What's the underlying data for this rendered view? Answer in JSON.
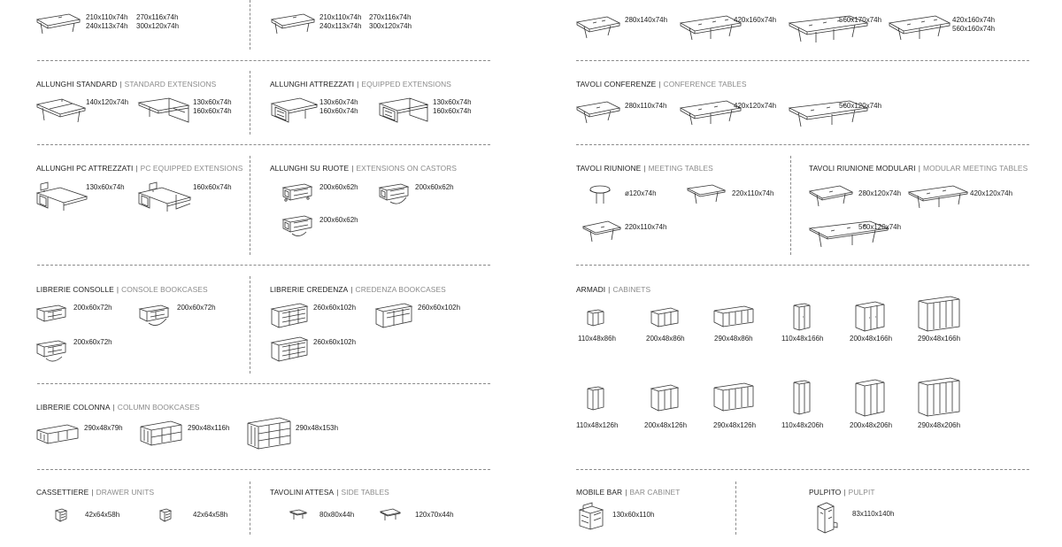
{
  "top": {
    "a1": "210x110x74h",
    "a2": "240x113x74h",
    "a3": "270x116x74h",
    "a4": "300x120x74h",
    "b1": "210x110x74h",
    "b2": "240x113x74h",
    "b3": "270x116x74h",
    "b4": "300x120x74h",
    "r1": "280x140x74h",
    "r2": "420x160x74h",
    "r3": "560x170x74h",
    "r4": "420x160x74h",
    "r5": "560x160x74h"
  },
  "allunghi_standard": {
    "it": "ALLUNGHI STANDARD",
    "en": "STANDARD EXTENSIONS",
    "d1": "140x120x74h",
    "d2": "130x60x74h",
    "d3": "160x60x74h"
  },
  "allunghi_attrezzati": {
    "it": "ALLUNGHI ATTREZZATI",
    "en": "EQUIPPED EXTENSIONS",
    "d1": "130x60x74h",
    "d2": "160x60x74h",
    "d3": "130x60x74h",
    "d4": "160x60x74h"
  },
  "tavoli_conferenze": {
    "it": "TAVOLI CONFERENZE",
    "en": "CONFERENCE TABLES",
    "d1": "280x110x74h",
    "d2": "420x120x74h",
    "d3": "560x120x74h"
  },
  "allunghi_pc": {
    "it": "ALLUNGHI PC ATTREZZATI",
    "en": "PC EQUIPPED EXTENSIONS",
    "d1": "130x60x74h",
    "d2": "160x60x74h"
  },
  "allunghi_ruote": {
    "it": "ALLUNGHI SU RUOTE",
    "en": "EXTENSIONS ON CASTORS",
    "d1": "200x60x62h",
    "d2": "200x60x62h",
    "d3": "200x60x62h"
  },
  "tavoli_riunione": {
    "it": "TAVOLI RIUNIONE",
    "en": "MEETING TABLES",
    "d1": "ø120x74h",
    "d2": "220x110x74h",
    "d3": "220x110x74h"
  },
  "tavoli_modulari": {
    "it": "TAVOLI RIUNIONE MODULARI",
    "en": "MODULAR MEETING TABLES",
    "d1": "280x120x74h",
    "d2": "420x120x74h",
    "d3": "560x120x74h"
  },
  "librerie_consolle": {
    "it": "LIBRERIE CONSOLLE",
    "en": "CONSOLE BOOKCASES",
    "d1": "200x60x72h",
    "d2": "200x60x72h",
    "d3": "200x60x72h"
  },
  "librerie_credenza": {
    "it": "LIBRERIE CREDENZA",
    "en": "CREDENZA BOOKCASES",
    "d1": "260x60x102h",
    "d2": "260x60x102h",
    "d3": "260x60x102h"
  },
  "armadi": {
    "it": "ARMADI",
    "en": "CABINETS",
    "d1": "110x48x86h",
    "d2": "200x48x86h",
    "d3": "290x48x86h",
    "d4": "110x48x166h",
    "d5": "200x48x166h",
    "d6": "290x48x166h",
    "d7": "110x48x126h",
    "d8": "200x48x126h",
    "d9": "290x48x126h",
    "d10": "110x48x206h",
    "d11": "200x48x206h",
    "d12": "290x48x206h"
  },
  "librerie_colonna": {
    "it": "LIBRERIE COLONNA",
    "en": "COLUMN BOOKCASES",
    "d1": "290x48x79h",
    "d2": "290x48x116h",
    "d3": "290x48x153h"
  },
  "cassettiere": {
    "it": "CASSETTIERE",
    "en": "DRAWER UNITS",
    "d1": "42x64x58h",
    "d2": "42x64x58h"
  },
  "tavolini_attesa": {
    "it": "TAVOLINI ATTESA",
    "en": "SIDE TABLES",
    "d1": "80x80x44h",
    "d2": "120x70x44h"
  },
  "mobile_bar": {
    "it": "MOBILE BAR",
    "en": "BAR CABINET",
    "d1": "130x60x110h"
  },
  "pulpito": {
    "it": "PULPITO",
    "en": "PULPIT",
    "d1": "83x110x140h"
  }
}
